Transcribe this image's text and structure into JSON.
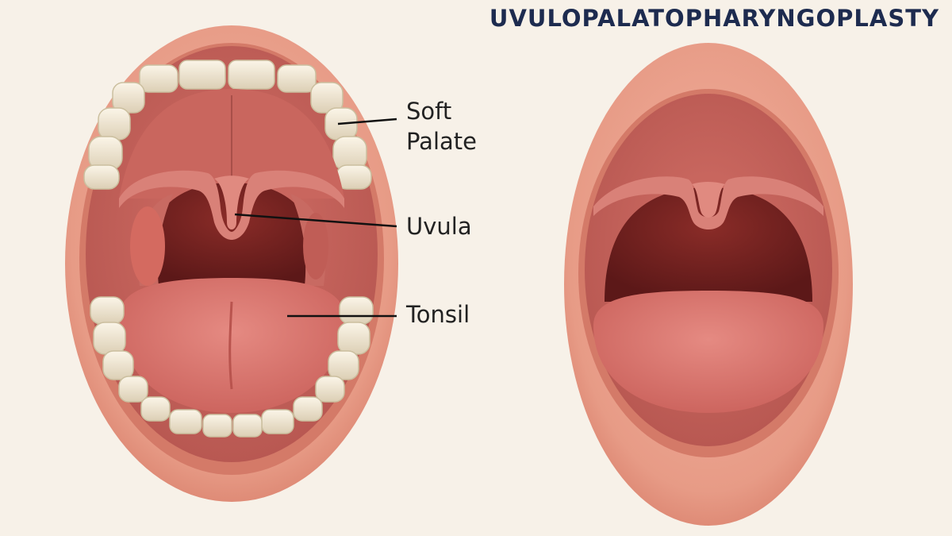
{
  "title": "UVULOPALATOPHARYNGOPLASTY",
  "labels": {
    "soft_palate_line1": "Soft",
    "soft_palate_line2": "Palate",
    "uvula": "Uvula",
    "tonsil": "Tonsil"
  },
  "colors": {
    "background": "#f7f1e8",
    "title": "#1d2b4f",
    "lip": "#e79b86",
    "mouth_interior": "#c0605a",
    "throat": "#6e2020",
    "tongue": "#d9766f",
    "teeth": "#f3ead8"
  }
}
